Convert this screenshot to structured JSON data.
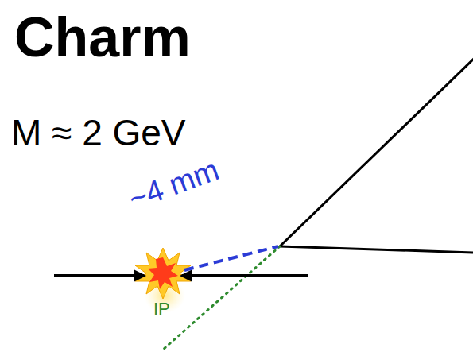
{
  "diagram": {
    "title": "Charm",
    "labels": [
      "M ≈ 2 GeV",
      "~4 mm",
      "IP"
    ]
  }
}
